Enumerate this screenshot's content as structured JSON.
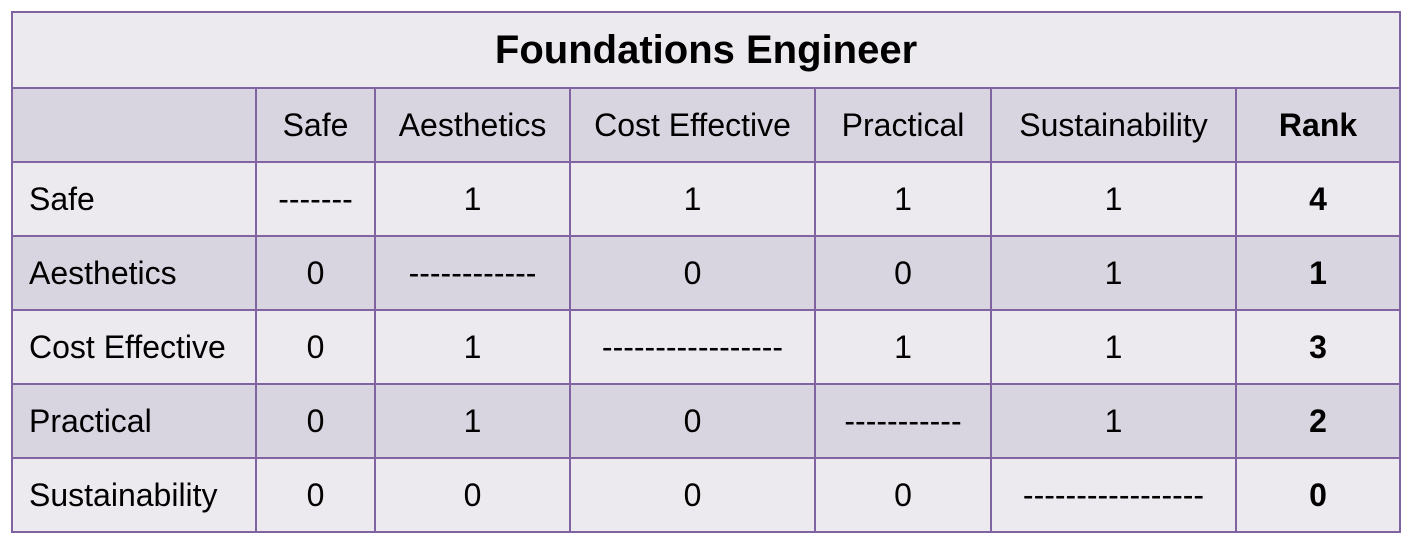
{
  "title": "Foundations Engineer",
  "columns": [
    "",
    "Safe",
    "Aesthetics",
    "Cost Effective",
    "Practical",
    "Sustainability",
    "Rank"
  ],
  "rows": [
    {
      "label": "Safe",
      "cells": [
        "-------",
        "1",
        "1",
        "1",
        "1"
      ],
      "rank": "4"
    },
    {
      "label": "Aesthetics",
      "cells": [
        "0",
        "------------",
        "0",
        "0",
        "1"
      ],
      "rank": "1"
    },
    {
      "label": "Cost Effective",
      "cells": [
        "0",
        "1",
        "-----------------",
        "1",
        "1"
      ],
      "rank": "3"
    },
    {
      "label": "Practical",
      "cells": [
        "0",
        "1",
        "0",
        "-----------",
        "1"
      ],
      "rank": "2"
    },
    {
      "label": "Sustainability",
      "cells": [
        "0",
        "0",
        "0",
        "0",
        "-----------------"
      ],
      "rank": "0"
    }
  ],
  "colors": {
    "border": "#8064a2",
    "light_row": "#ece9ef",
    "dark_row": "#d8d4e0"
  }
}
